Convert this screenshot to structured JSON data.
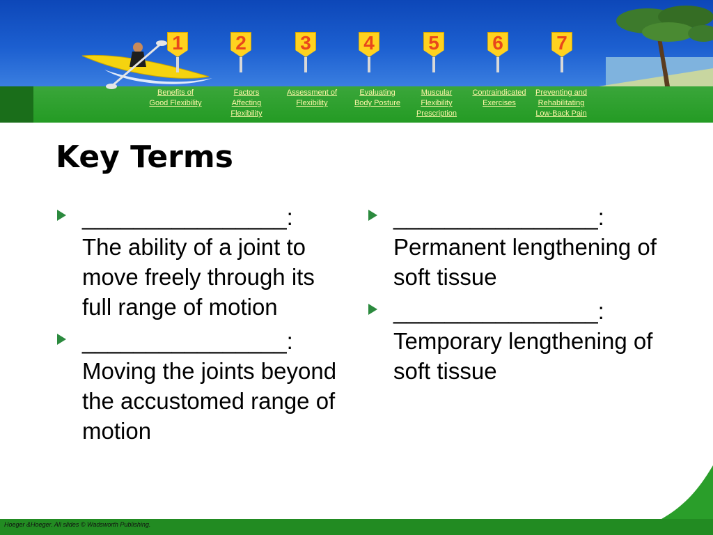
{
  "nav": {
    "signs": [
      "1",
      "2",
      "3",
      "4",
      "5",
      "6",
      "7"
    ],
    "links": [
      "Benefits of\nGood Flexibility",
      "Factors\nAffecting\nFlexibility",
      "Assessment of\nFlexibility",
      "Evaluating\nBody Posture",
      "Muscular\nFlexibility\nPrescription",
      "Contraindicated\nExercises",
      "Preventing and\nRehabilitating\nLow-Back Pain"
    ]
  },
  "slide": {
    "title": "Key Terms",
    "left_terms": [
      {
        "blank": "________________:",
        "definition": "The ability of a joint to move freely through its full range of motion"
      },
      {
        "blank": "________________:",
        "definition": "Moving the joints beyond the accustomed range of motion"
      }
    ],
    "right_terms": [
      {
        "blank": "________________:",
        "definition": "Permanent lengthening of soft tissue"
      },
      {
        "blank": "________________:",
        "definition": "Temporary lengthening of soft tissue"
      }
    ]
  },
  "footer": {
    "credit": "Hoeger &Hoeger. All slides © Wadsworth Publishing."
  },
  "colors": {
    "sky": "#1c5fd0",
    "nav_green": "#2a9e2a",
    "sign_yellow": "#ffd21f",
    "sign_number": "#e8471c",
    "link_text": "#fff7a8",
    "bullet": "#2b8a3e",
    "footer_green": "#228b22"
  }
}
